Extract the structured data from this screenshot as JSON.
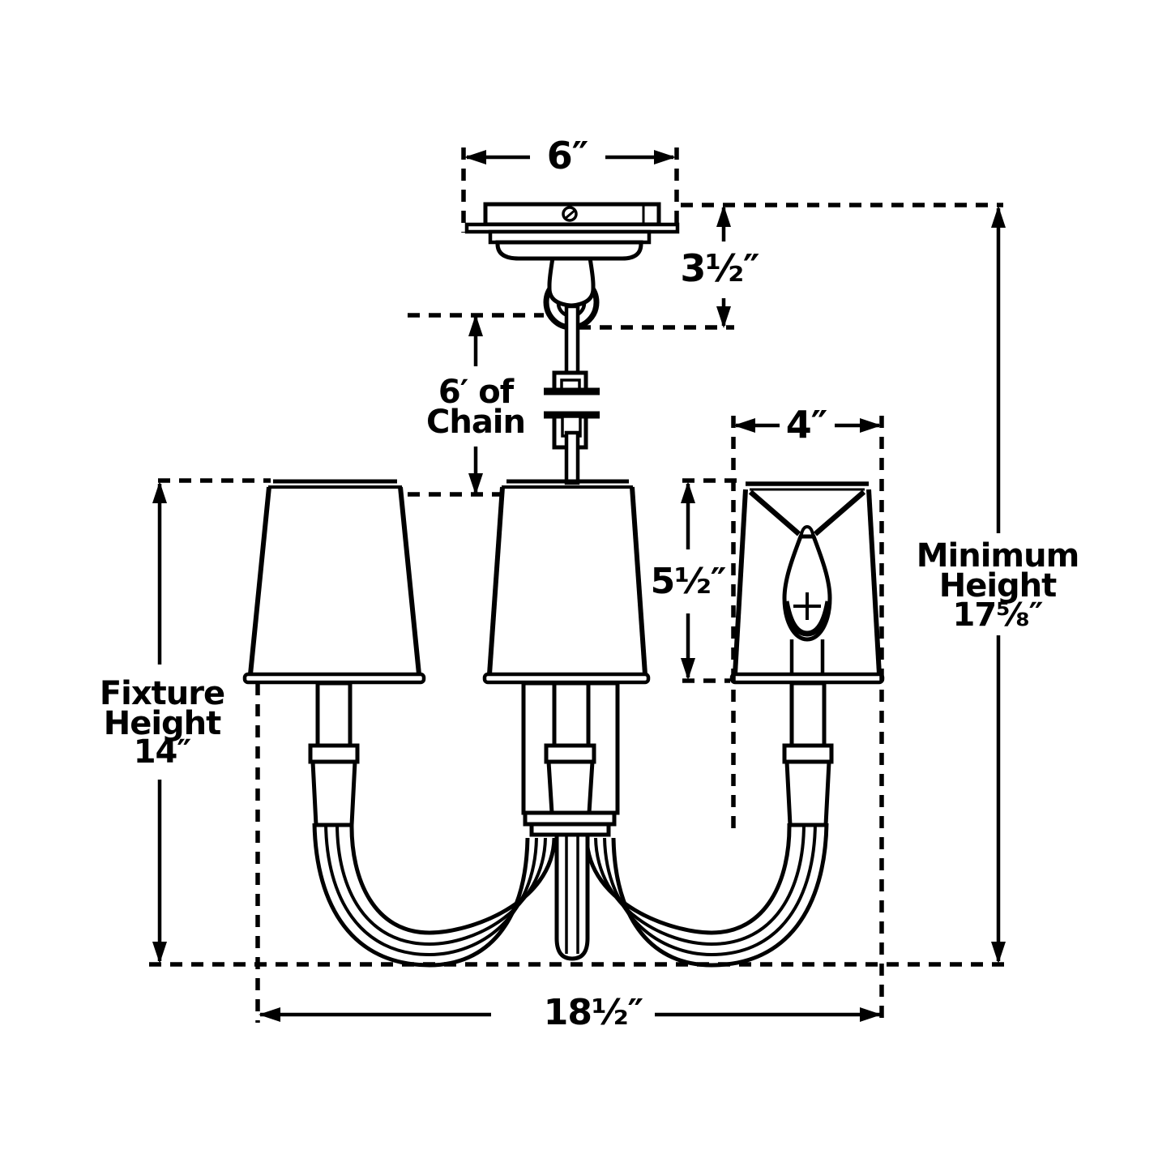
{
  "diagram": {
    "type": "technical-dimension-drawing",
    "subject": "three-arm chandelier with tapered shades, ceiling canopy and hanging chain",
    "colors": {
      "line": "#000000",
      "background": "#ffffff"
    },
    "labels": {
      "canopy_width": "6″",
      "canopy_drop": "3½″",
      "chain_line1": "6′ of",
      "chain_line2": "Chain",
      "shade_width": "4″",
      "shade_height": "5½″",
      "minimum_height_line1": "Minimum",
      "minimum_height_line2": "Height",
      "minimum_height_line3": "17⅝″",
      "fixture_height_line1": "Fixture",
      "fixture_height_line2": "Height",
      "fixture_height_line3": "14″",
      "fixture_width": "18½″"
    }
  }
}
